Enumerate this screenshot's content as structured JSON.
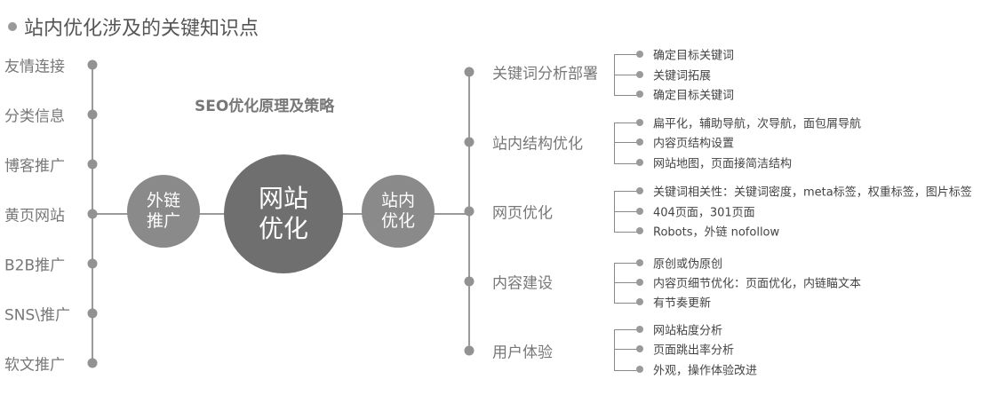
{
  "title": "站内优化涉及的关键知识点",
  "subtitle": "SEO优化原理及策略",
  "center": {
    "main": [
      "网站",
      "优化"
    ],
    "left": [
      "外链",
      "推广"
    ],
    "right": [
      "站内",
      "优化"
    ]
  },
  "left_items": [
    "友情连接",
    "分类信息",
    "博客推广",
    "黄页网站",
    "B2B推广",
    "SNS\\推广",
    "软文推广"
  ],
  "right_groups": [
    {
      "label": "关键词分析部署",
      "items": [
        "确定目标关键词",
        "关键词拓展",
        "确定目标关键词"
      ]
    },
    {
      "label": "站内结构优化",
      "items": [
        "扁平化，辅助导航，次导航，面包屑导航",
        "内容页结构设置",
        "网站地图，页面接简洁结构"
      ]
    },
    {
      "label": "网页优化",
      "items": [
        "关键词相关性：关键词密度，meta标签，权重标签，图片标签",
        "404页面，301页面",
        "Robots，外链 nofollow"
      ]
    },
    {
      "label": "内容建设",
      "items": [
        "原创或伪原创",
        "内容页细节优化：页面优化，内链瞄文本",
        "有节奏更新"
      ]
    },
    {
      "label": "用户体验",
      "items": [
        "网站粘度分析",
        "页面跳出率分析",
        "外观，操作体验改进"
      ]
    }
  ]
}
